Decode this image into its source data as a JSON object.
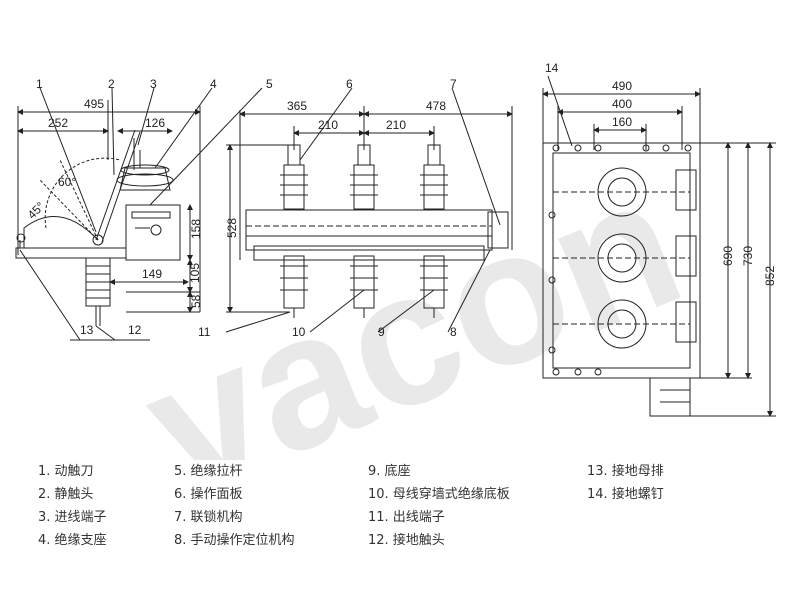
{
  "watermark": "vacon",
  "side_view": {
    "dimensions": [
      "495",
      "252",
      "126",
      "60°",
      "45°",
      "158",
      "105",
      "149",
      "58"
    ]
  },
  "front_view": {
    "dimensions": [
      "365",
      "478",
      "210",
      "210",
      "528"
    ]
  },
  "plan_view": {
    "dimensions": [
      "490",
      "400",
      "160",
      "690",
      "730",
      "852"
    ]
  },
  "callouts": [
    "1",
    "2",
    "3",
    "4",
    "5",
    "6",
    "7",
    "14",
    "13",
    "12",
    "11",
    "10",
    "9",
    "8"
  ],
  "legend": [
    "1. 动触刀",
    "2. 静触头",
    "3. 进线端子",
    "4. 绝缘支座",
    "5. 绝缘拉杆",
    "6. 操作面板",
    "7. 联锁机构",
    "8. 手动操作定位机构",
    "9. 底座",
    "10. 母线穿墙式绝缘底板",
    "11. 出线端子",
    "12. 接地触头",
    "13. 接地母排",
    "14. 接地螺钉"
  ]
}
